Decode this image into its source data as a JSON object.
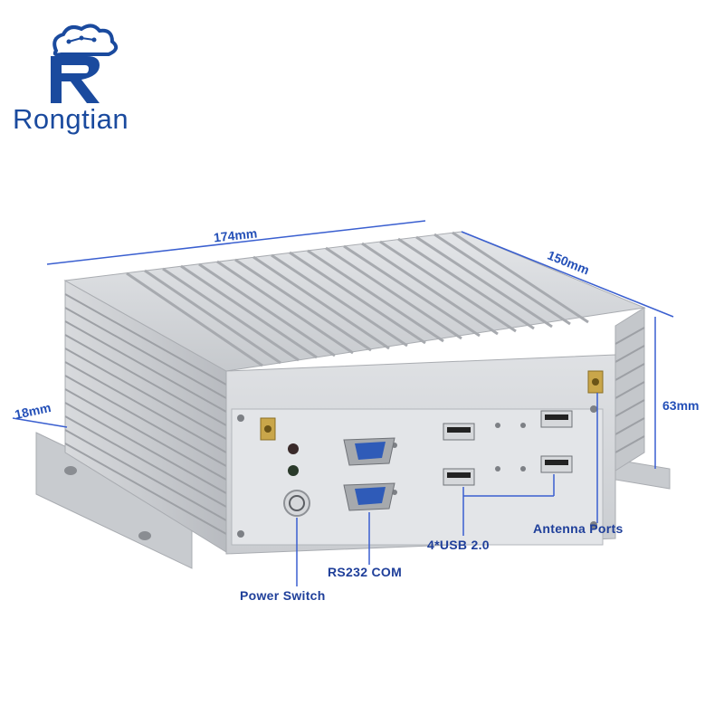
{
  "brand": {
    "name": "Rongtian",
    "color": "#1a4a9e"
  },
  "dimensions": {
    "width": "174mm",
    "depth": "150mm",
    "height": "63mm",
    "flange": "18mm",
    "color": "#3a5fd0"
  },
  "callouts": {
    "power_switch": "Power Switch",
    "rs232": "RS232 COM",
    "usb": "4*USB 2.0",
    "antenna": "Antenna Ports"
  }
}
